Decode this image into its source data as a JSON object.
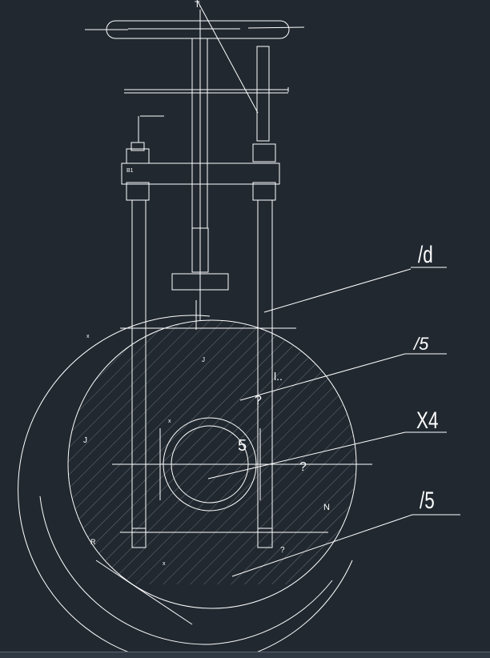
{
  "drawing": {
    "top_label": "T.",
    "callouts": [
      {
        "label": "/d"
      },
      {
        "label": "/5"
      },
      {
        "label": "X4"
      },
      {
        "label": "/5"
      }
    ],
    "small_marks": [
      "5",
      "?",
      "?",
      "?",
      "N",
      "R",
      "J",
      "J",
      "x",
      "x",
      "x",
      "l..",
      "B1"
    ],
    "colors": {
      "background": "#212830",
      "line": "#ffffff"
    }
  }
}
